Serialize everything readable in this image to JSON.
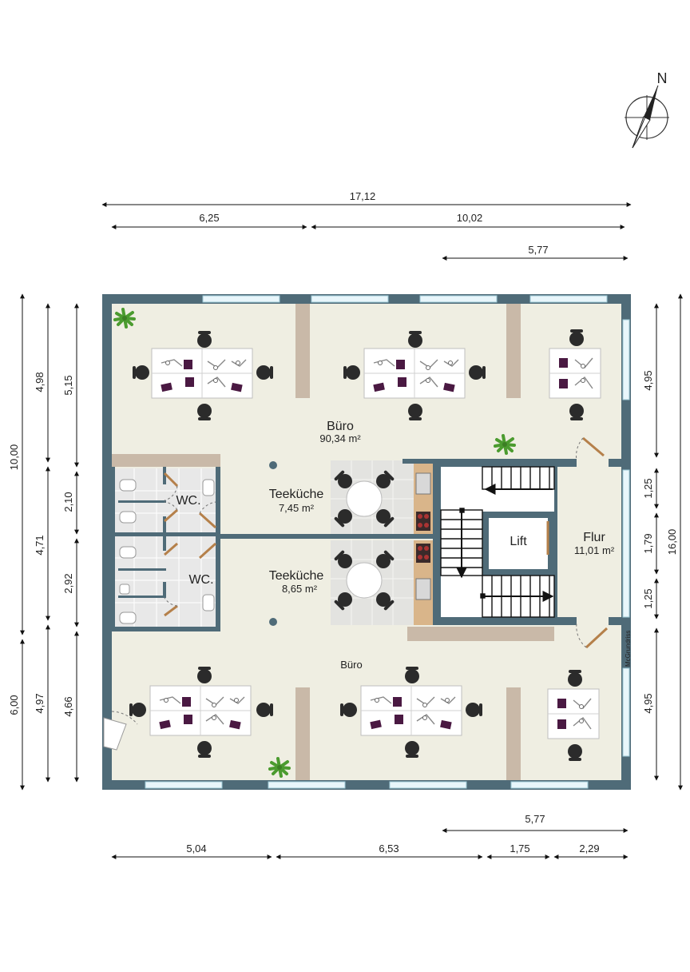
{
  "compass": {
    "label": "N",
    "icon": "north-arrow-icon"
  },
  "dimensions": {
    "top": {
      "total": "17,12",
      "left": "6,25",
      "right": "10,02",
      "sub": "5,77"
    },
    "bottom": {
      "sub": "5,77",
      "a": "5,04",
      "b": "6,53",
      "c": "1,75",
      "d": "2,29"
    },
    "left_outer": {
      "top": "10,00",
      "bottom": "6,00"
    },
    "left_mid": {
      "a": "4,98",
      "b": "4,71",
      "c": "4,97"
    },
    "left_inner": {
      "a": "5,15",
      "b": "2,10",
      "c": "2,92",
      "d": "4,66"
    },
    "right_inner": {
      "a": "4,95",
      "b": "1,25",
      "c": "1,79",
      "d": "1,25",
      "e": "4,95"
    },
    "right_outer": {
      "total": "16,00"
    }
  },
  "rooms": {
    "buero_top": {
      "name": "Büro",
      "area": "90,34 m²"
    },
    "buero_bottom": {
      "name": "Büro"
    },
    "teekueche_top": {
      "name": "Teeküche",
      "area": "7,45 m²"
    },
    "teekueche_bottom": {
      "name": "Teeküche",
      "area": "8,65 m²"
    },
    "wc_top": {
      "name": "WC."
    },
    "wc_bottom": {
      "name": "WC."
    },
    "lift": {
      "name": "Lift"
    },
    "flur": {
      "name": "Flur",
      "area": "11,01 m²"
    }
  },
  "watermark": "McGrundriss",
  "colors": {
    "wall": "#4f6b78",
    "floor": "#efeee2",
    "tile": "#e6e6e6",
    "partition": "#c9b9a8",
    "furniture": "#ffffff",
    "chair": "#2b2b2b",
    "accent": "#4a1942",
    "counter": "#d9b58a",
    "plant": "#4b9b2f"
  }
}
